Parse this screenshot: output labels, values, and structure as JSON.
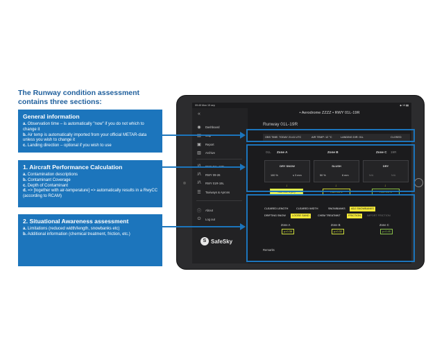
{
  "heading": "The Runway condition assessment contains three sections:",
  "cards": [
    {
      "title": "General information",
      "lines": [
        {
          "prefix": "a.",
          "text": " Observation time – is automatically \"now\" if you do not which to change it"
        },
        {
          "prefix": "b.",
          "text": " Air temp is automatically imported from your official METAR-data unless you wish to change it"
        },
        {
          "prefix": "c.",
          "text": " Landing direction – optional if you wish to use"
        }
      ]
    },
    {
      "title": "1. Aircraft Performance Calculation",
      "lines": [
        {
          "prefix": "a.",
          "text": " Contamination descriptions"
        },
        {
          "prefix": "b.",
          "text": " Contaminant Coverage"
        },
        {
          "prefix": "c.",
          "text": " Depth of Contaminant"
        },
        {
          "prefix": "d.",
          "text": " => [together with air-temperature] => automatically results in a RwyCC (according to RCAM)"
        }
      ]
    },
    {
      "title": "2. Situational Awareness assessment",
      "lines": [
        {
          "prefix": "a.",
          "text": " Limitations (reduced width/length, snowbanks etc)"
        },
        {
          "prefix": "b.",
          "text": " Additional information (chemical treatment, friction, etc.)"
        }
      ]
    }
  ],
  "app": {
    "statusbar": {
      "left": "09:45 Mon 15 sep",
      "right": "◆ 18 ▮▮"
    },
    "back_icon": "«",
    "title": "• Aerodrome ZZZZ • RWY 01L-19R",
    "runway_title": "Runway 01L-19R",
    "nav": [
      {
        "icon": "eye-icon",
        "glyph": "◉",
        "label": "Dashboard"
      },
      {
        "icon": "map-icon",
        "glyph": "▤",
        "label": "Map"
      },
      {
        "icon": "report-icon",
        "glyph": "▣",
        "label": "Report"
      },
      {
        "icon": "archive-icon",
        "glyph": "▥",
        "label": "Archive"
      },
      {
        "icon": "runway-icon",
        "glyph": "//\\",
        "label": "RWY 01L-19R"
      },
      {
        "icon": "runway-icon",
        "glyph": "//\\",
        "label": "RWY 09-26"
      },
      {
        "icon": "runway-icon",
        "glyph": "//\\",
        "label": "RWY 01R-19L"
      },
      {
        "icon": "taxiway-icon",
        "glyph": "☰",
        "label": "Taxiways & Aprons"
      },
      {
        "icon": "info-icon",
        "glyph": "ⓘ",
        "label": "About"
      },
      {
        "icon": "logout-icon",
        "glyph": "⏻",
        "label": "Log out"
      }
    ],
    "logo": {
      "mark": "S",
      "word": "SafeSky"
    },
    "obs": {
      "time": "OBS TIME: TODAY 21:41 UTC",
      "temp": "AIR TEMP: 12 °C",
      "landing": "LANDING DIR: 01L",
      "status": "CLOSED"
    },
    "zones_header": {
      "left": "01L",
      "a": "Zone A",
      "b": "Zone B",
      "c": "Zone C",
      "right": "19R"
    },
    "zones": [
      {
        "contaminant": "DRY SNOW",
        "coverage": "100 %",
        "depth": "≤ 3 mm",
        "rwycc": "RWYCC 4 (5↓)"
      },
      {
        "contaminant": "SLUSH",
        "coverage": "50 %",
        "depth": "6 mm",
        "rwycc": "RWYCC 2"
      },
      {
        "contaminant": "DRY",
        "coverage": "N/A",
        "depth": "N/A",
        "rwycc": "RWYCC 6"
      }
    ],
    "tags_row1": [
      "CLEARED LENGTH",
      "CLEARED WIDTH",
      "SNOWBANKS",
      "ADJ SNOWBANKS"
    ],
    "tags_row2": [
      "DRIFTING SNOW",
      "LOOSE SAND",
      "CHEM TREATMNT",
      "FRICTION",
      "IMPORT FRICTION"
    ],
    "friction": [
      {
        "zone": "Zone A",
        "mu": "μ=0.38"
      },
      {
        "zone": "Zone B",
        "mu": "μ=0.32"
      },
      {
        "zone": "Zone C",
        "mu": "μ=0.45"
      }
    ],
    "remarks": "Remarks"
  },
  "colors": {
    "accent": "#1c75bc",
    "highlight": "#f4e838",
    "rwycc": "#cddc39"
  }
}
